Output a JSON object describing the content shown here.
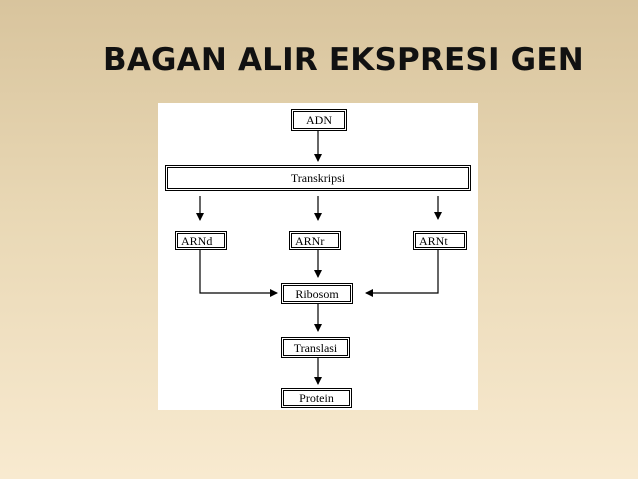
{
  "slide": {
    "title": "BAGAN ALIR EKSPRESI GEN"
  },
  "diagram": {
    "nodes": {
      "adn": "ADN",
      "transkripsi": "Transkripsi",
      "arnd": "ARNd",
      "arnr": "ARNr",
      "arnt": "ARNt",
      "ribosom": "Ribosom",
      "translasi": "Translasi",
      "protein": "Protein"
    },
    "edges": [
      {
        "from": "adn",
        "to": "transkripsi"
      },
      {
        "from": "transkripsi",
        "to": "arnd"
      },
      {
        "from": "transkripsi",
        "to": "arnr"
      },
      {
        "from": "transkripsi",
        "to": "arnt"
      },
      {
        "from": "arnd",
        "to": "ribosom"
      },
      {
        "from": "arnr",
        "to": "ribosom"
      },
      {
        "from": "arnt",
        "to": "ribosom"
      },
      {
        "from": "ribosom",
        "to": "translasi"
      },
      {
        "from": "translasi",
        "to": "protein"
      }
    ],
    "colors": {
      "line": "#000000",
      "panel": "#ffffff"
    }
  }
}
